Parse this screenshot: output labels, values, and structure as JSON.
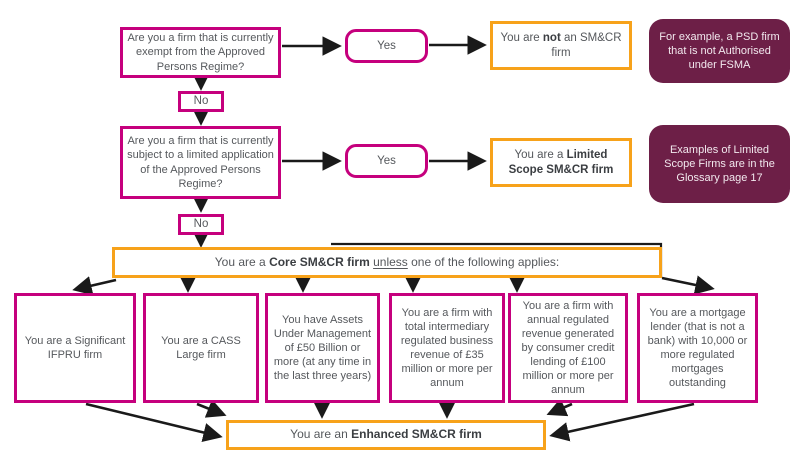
{
  "palette": {
    "magenta": "#c5007d",
    "plum": "#6d1f47",
    "orange": "#f7a21a",
    "text_gray": "#55585c",
    "arrow_black": "#1a1a1a"
  },
  "flow": {
    "q1": {
      "text": "Are you a firm that is currently exempt from the Approved Persons Regime?"
    },
    "yes1": {
      "label": "Yes"
    },
    "no1": {
      "label": "No"
    },
    "not_smcr": {
      "pre": "You are ",
      "bold": "not",
      "post": " an SM&CR firm"
    },
    "note1": {
      "text": "For example, a PSD firm that is not Authorised under FSMA"
    },
    "q2": {
      "text": "Are you a firm that is currently subject to a limited application of the Approved Persons Regime?"
    },
    "yes2": {
      "label": "Yes"
    },
    "no2": {
      "label": "No"
    },
    "limited": {
      "pre": "You are a ",
      "bold": "Limited Scope SM&CR firm"
    },
    "note2": {
      "text": "Examples of Limited Scope Firms are in the Glossary page 17"
    },
    "core": {
      "pre": "You are a ",
      "bold": "Core SM&CR firm",
      "sep": " ",
      "underlined": "unless",
      "post": " one of the following applies:"
    },
    "criteria": [
      "You are a Significant IFPRU firm",
      "You are a CASS Large firm",
      "You have Assets Under Management of £50 Billion or more (at any time in the last three years)",
      "You are a firm with total intermediary regulated business revenue of £35 million or more per annum",
      "You are a firm with annual regulated revenue generated by consumer credit lending of £100 million or more per annum",
      "You are a mortgage lender (that is not a bank) with 10,000 or more regulated mortgages outstanding"
    ],
    "enhanced": {
      "pre": "You are an ",
      "bold": "Enhanced SM&CR firm"
    }
  }
}
